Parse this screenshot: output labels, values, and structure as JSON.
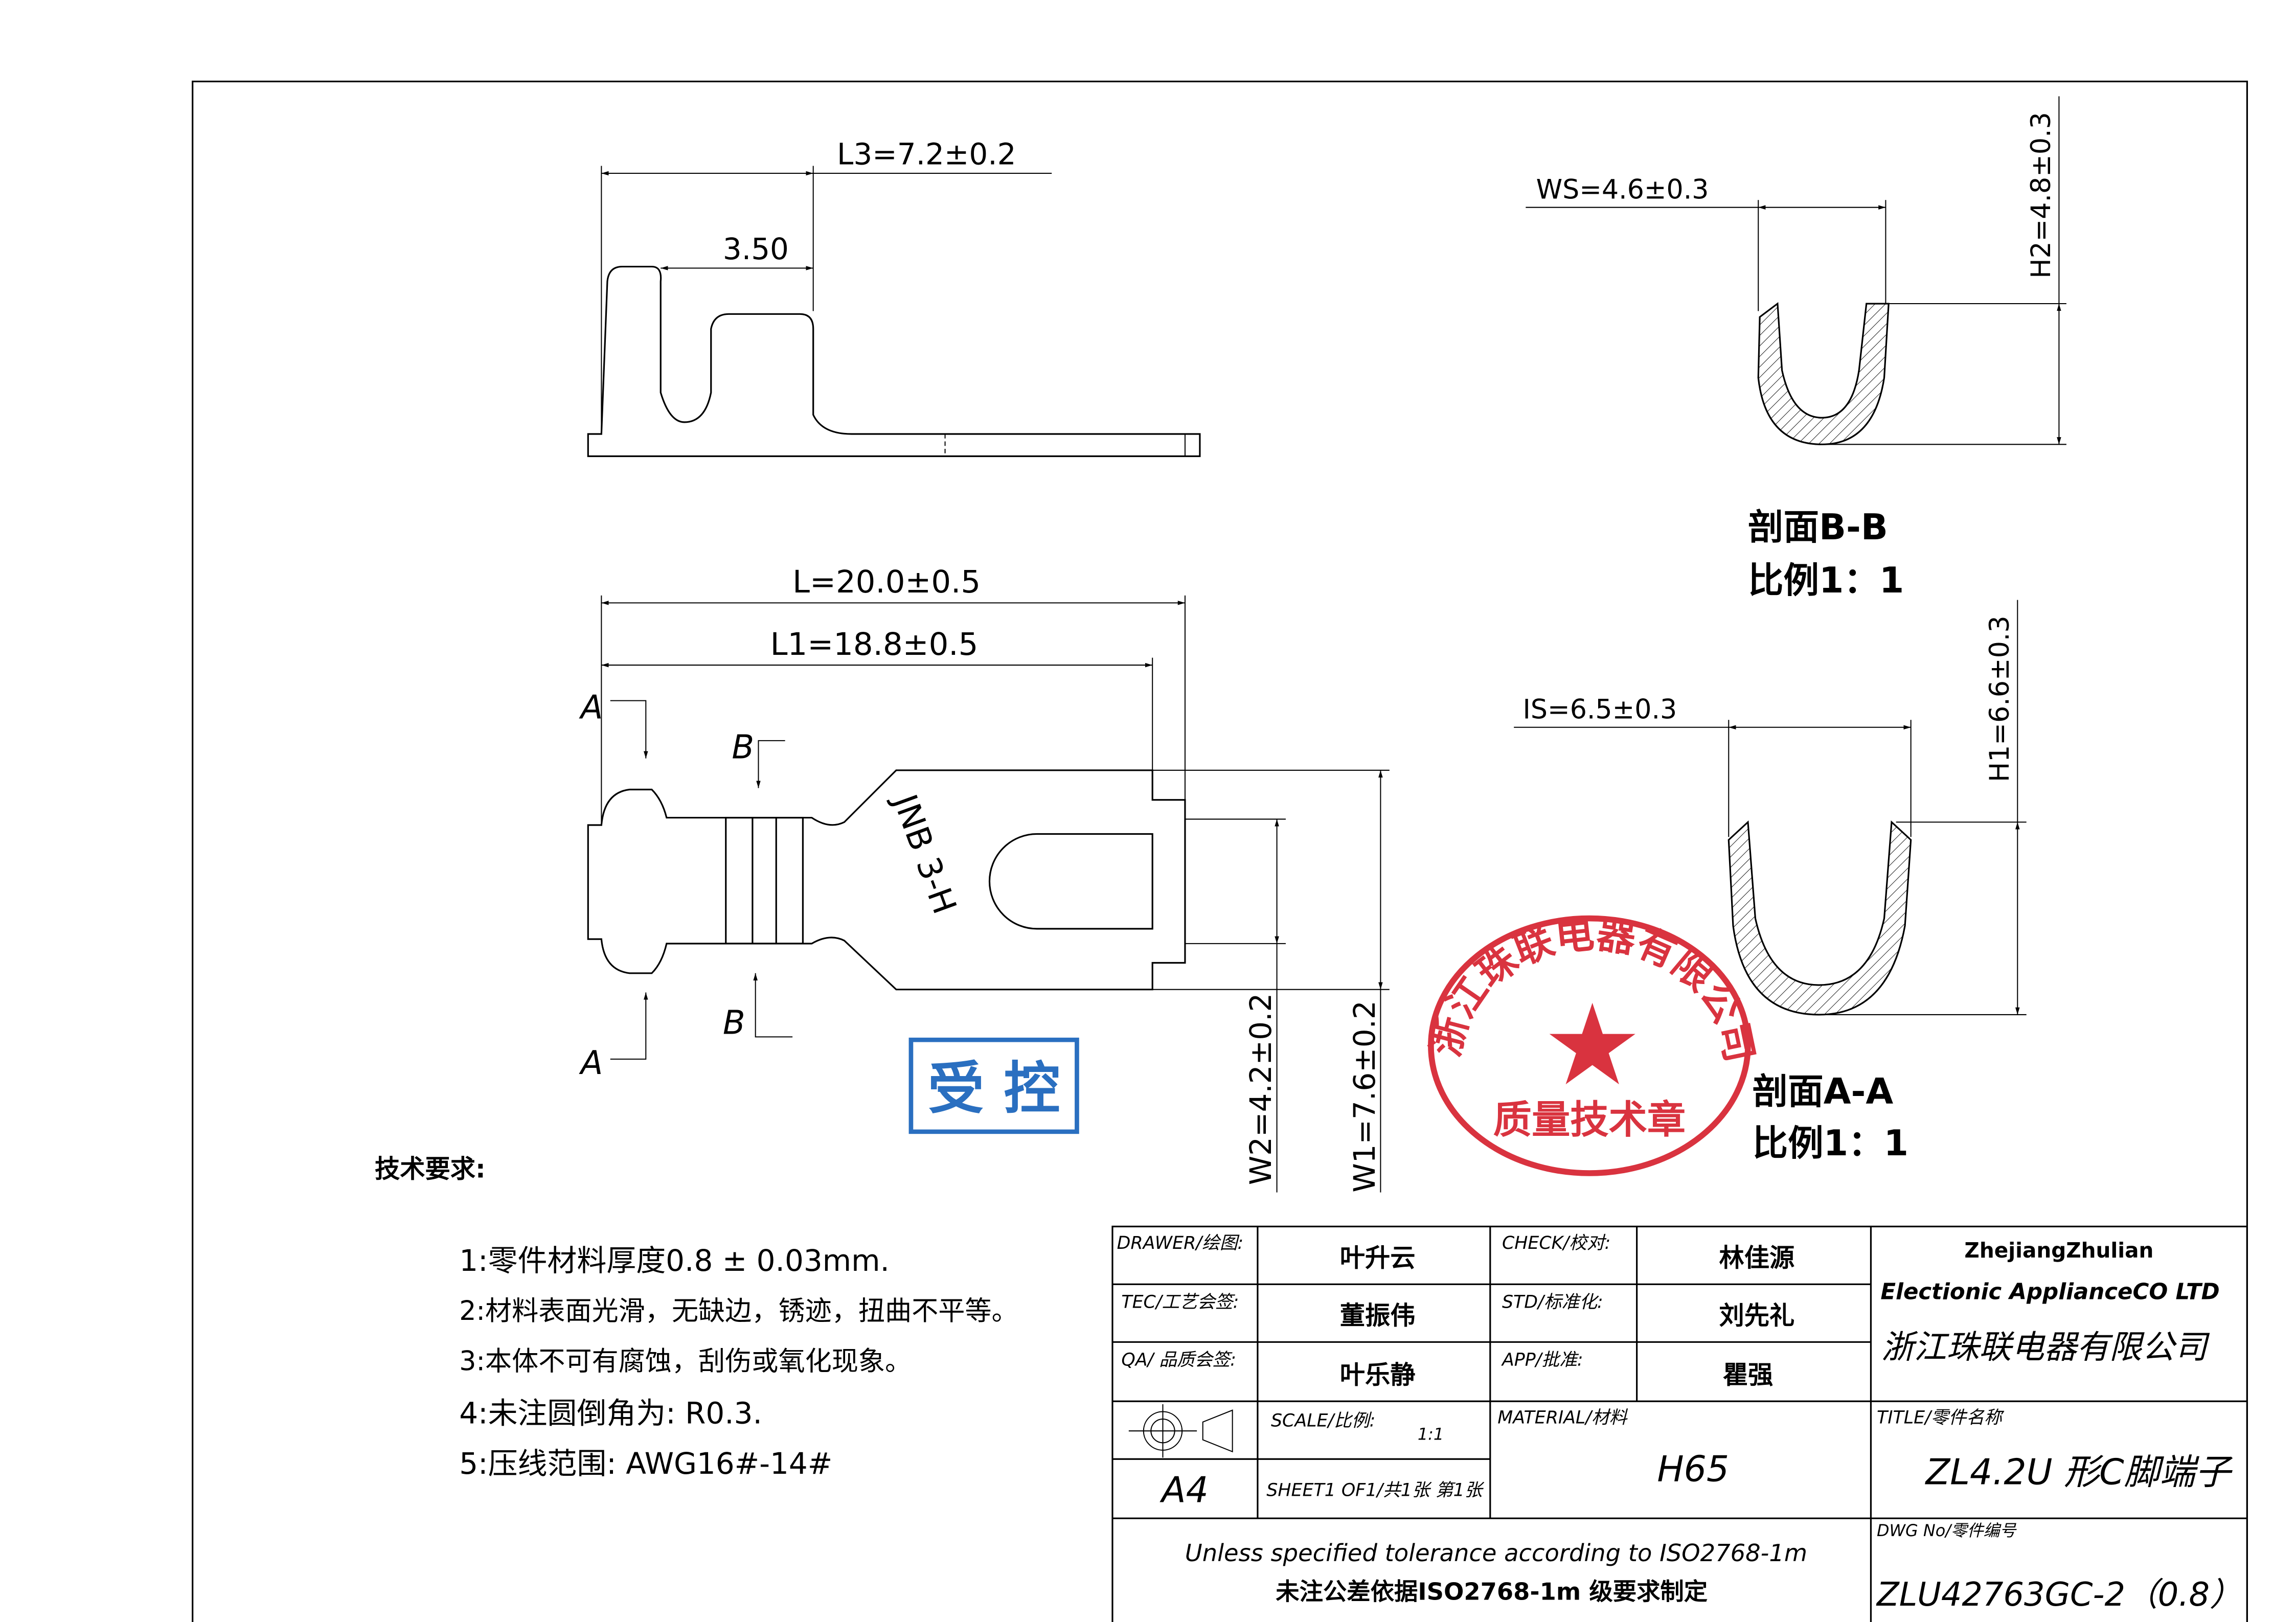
{
  "dimensions": {
    "l3": "L3=7.2±0.2",
    "d350": "3.50",
    "l": "L=20.0±0.5",
    "l1": "L1=18.8±0.5",
    "w2": "W2=4.2±0.2",
    "w1": "W1=7.6±0.2",
    "ws": "WS=4.6±0.3",
    "h2": "H2=4.8±0.3",
    "is": "IS=6.5±0.3",
    "h1": "H1=6.6±0.3"
  },
  "section_markers": {
    "a": "A",
    "b": "B"
  },
  "part_marking": "JNB 3-H",
  "section_bb": {
    "title": "剖面B-B",
    "scale": "比例1：1"
  },
  "section_aa": {
    "title": "剖面A-A",
    "scale": "比例1：1"
  },
  "stamps": {
    "controlled": "受 控",
    "company_arc": "浙江珠联电器有限公司",
    "company_seal": "质量技术章",
    "colors": {
      "red": "#d9333f",
      "blue": "#2a6fc0"
    }
  },
  "tech_requirements": {
    "heading": "技术要求:",
    "items": [
      "1:零件材料厚度0.8 ± 0.03mm.",
      "2:材料表面光滑，无缺边，锈迹，扭曲不平等。",
      "3:本体不可有腐蚀，刮伤或氧化现象。",
      "4:未注圆倒角为: R0.3.",
      "5:压线范围: AWG16#-14#"
    ]
  },
  "title_block": {
    "drawer_label": "DRAWER/绘图:",
    "drawer": "叶升云",
    "check_label": "CHECK/校对:",
    "check": "林佳源",
    "tec_label": "TEC/工艺会签:",
    "tec": "董振伟",
    "std_label": "STD/标准化:",
    "std": "刘先礼",
    "qa_label": "QA/ 品质会签:",
    "qa": "叶乐静",
    "app_label": "APP/批准:",
    "app": "瞿强",
    "company_en1": "ZhejiangZhulian",
    "company_en2": "Electionic ApplianceCO LTD",
    "company_cn": "浙江珠联电器有限公司",
    "scale_label": "SCALE/比例:",
    "scale": "1:1",
    "material_label": "MATERIAL/材料",
    "material": "H65",
    "title_label": "TITLE/零件名称",
    "title": "ZL4.2U 形C脚端子",
    "paper": "A4",
    "sheet": "SHEET1 OF1/共1张 第1张",
    "tolerance_en": "Unless specified tolerance according to ISO2768-1m",
    "tolerance_cn": "未注公差依据ISO2768-1m 级要求制定",
    "dwg_label": "DWG No/零件编号",
    "dwg": "ZLU42763GC-2（0.8）"
  }
}
